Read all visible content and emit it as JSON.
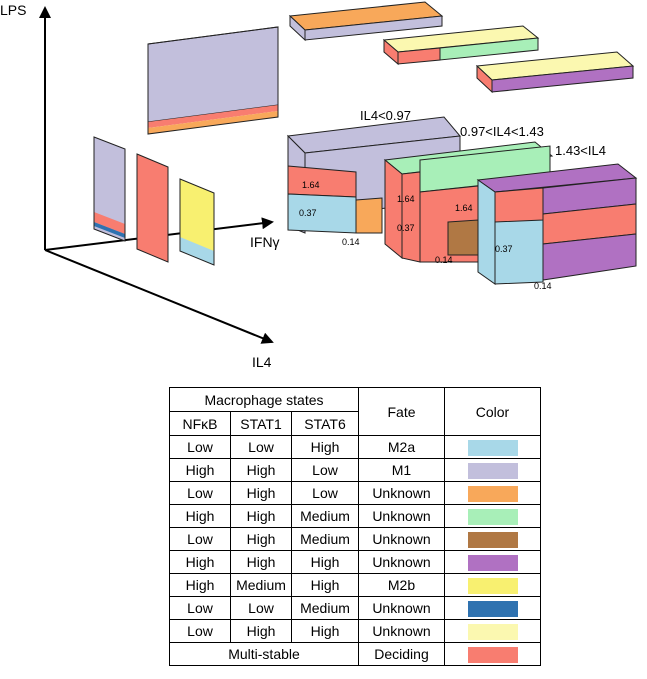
{
  "axes": {
    "y_label": "LPS",
    "x_label": "IFNγ",
    "z_label": "IL4"
  },
  "groups": [
    {
      "label": "IL4<0.97",
      "values": [
        "1.64",
        "0.37",
        "0.14"
      ]
    },
    {
      "label": "0.97<IL4<1.43",
      "values": [
        "1.64",
        "1.64",
        "0.37",
        "0.14"
      ]
    },
    {
      "label": "1.43<IL4",
      "values": [
        "0.37",
        "0.14"
      ]
    }
  ],
  "table": {
    "header_group": "Macrophage states",
    "fate_header": "Fate",
    "color_header": "Color",
    "columns": [
      "NFκB",
      "STAT1",
      "STAT6"
    ],
    "rows": [
      {
        "nfkb": "Low",
        "stat1": "Low",
        "stat6": "High",
        "fate": "M2a",
        "color": "#a8d8e8"
      },
      {
        "nfkb": "High",
        "stat1": "High",
        "stat6": "Low",
        "fate": "M1",
        "color": "#c2bfdc"
      },
      {
        "nfkb": "Low",
        "stat1": "High",
        "stat6": "Low",
        "fate": "Unknown",
        "color": "#f8a85a"
      },
      {
        "nfkb": "High",
        "stat1": "High",
        "stat6": "Medium",
        "fate": "Unknown",
        "color": "#a8efb8"
      },
      {
        "nfkb": "Low",
        "stat1": "High",
        "stat6": "Medium",
        "fate": "Unknown",
        "color": "#b07844"
      },
      {
        "nfkb": "High",
        "stat1": "High",
        "stat6": "High",
        "fate": "Unknown",
        "color": "#b071c2"
      },
      {
        "nfkb": "High",
        "stat1": "Medium",
        "stat6": "High",
        "fate": "M2b",
        "color": "#f8f070"
      },
      {
        "nfkb": "Low",
        "stat1": "Low",
        "stat6": "Medium",
        "fate": "Unknown",
        "color": "#2f72b0"
      },
      {
        "nfkb": "Low",
        "stat1": "High",
        "stat6": "High",
        "fate": "Unknown",
        "color": "#fbf8b0"
      }
    ],
    "last_row": {
      "label": "Multi-stable",
      "fate": "Deciding",
      "color": "#f87d70"
    }
  }
}
